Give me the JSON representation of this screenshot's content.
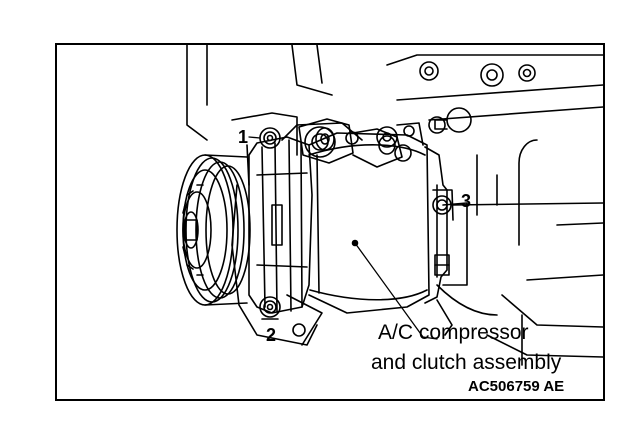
{
  "callouts": {
    "bolt1": "1",
    "bolt2": "2",
    "bolt3": "3"
  },
  "caption": {
    "line1": "A/C compressor",
    "line2": "and clutch assembly"
  },
  "figure_id": "AC506759 AE",
  "colors": {
    "ink": "#000000",
    "paper": "#ffffff"
  }
}
